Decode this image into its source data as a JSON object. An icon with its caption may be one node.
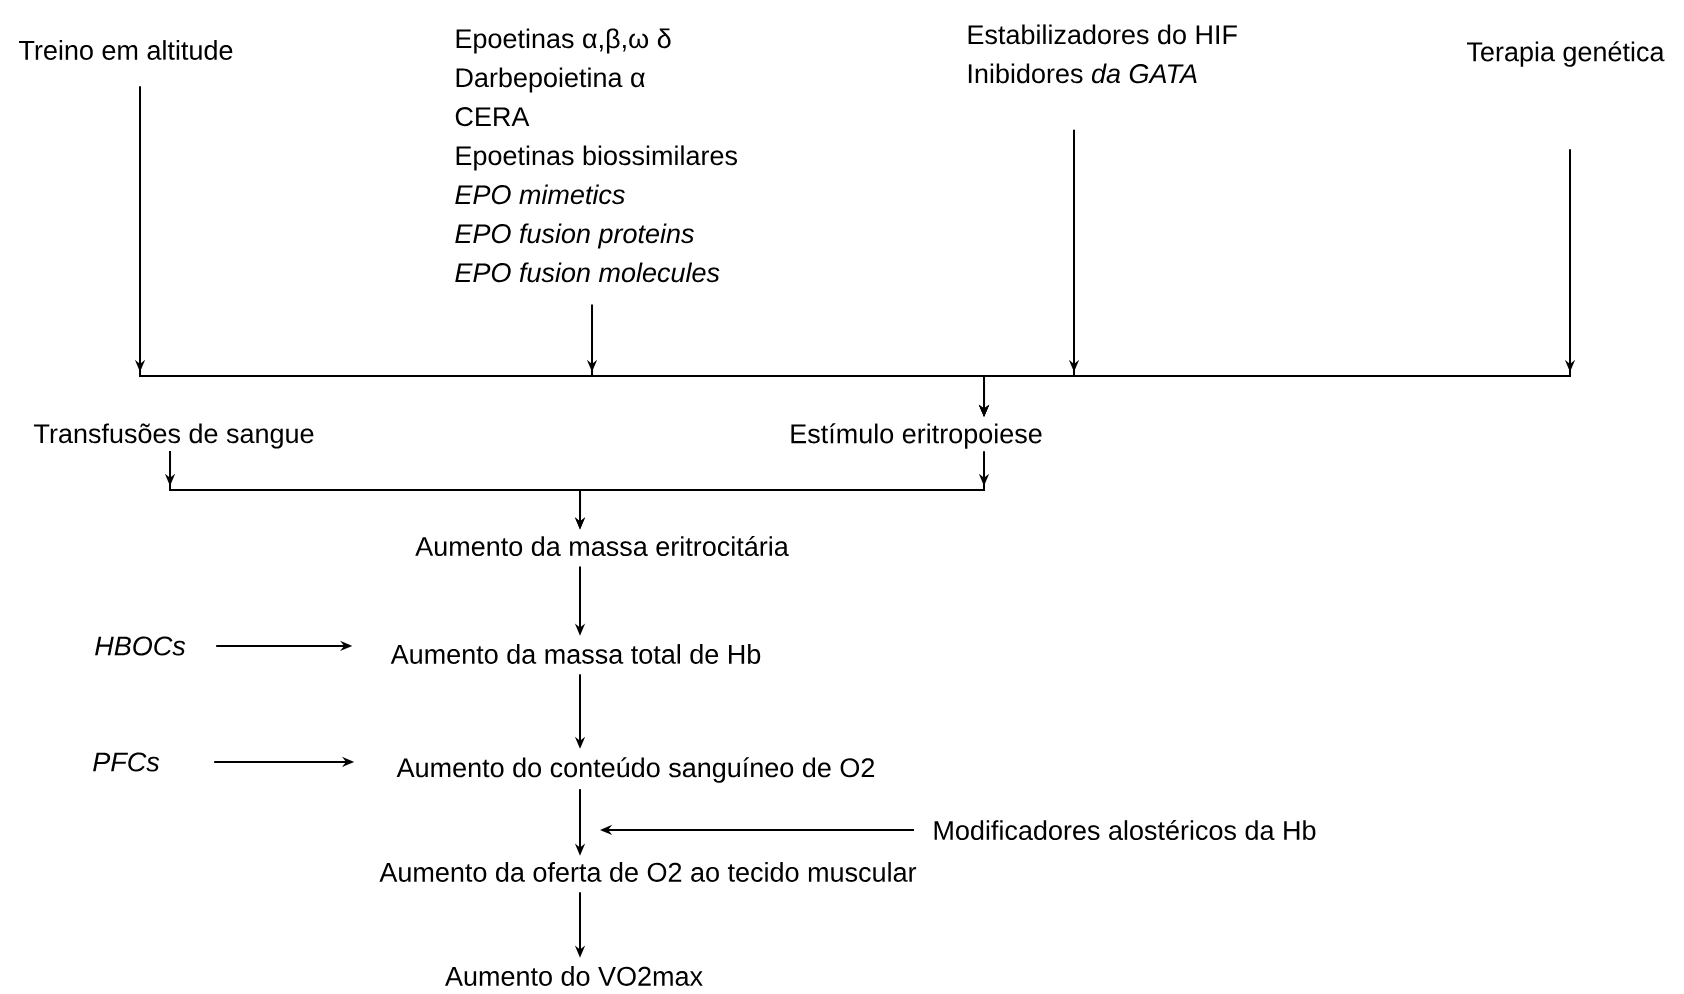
{
  "diagram": {
    "nodes": [
      {
        "text": [
          "Treino em altitude"
        ]
      },
      {
        "text": [
          "Epoetinas α,β,ω δ",
          "Darbepoietina α",
          "CERA",
          "Epoetinas biossimilares",
          "EPO mimetics",
          "EPO fusion proteins",
          "EPO fusion molecules"
        ]
      },
      {
        "text": [
          "Estabilizadores do HIF",
          "Inibidores *da GATA*"
        ]
      },
      {
        "text": [
          "Terapia genética"
        ]
      },
      {
        "text": [
          "Transfusões de sangue"
        ]
      },
      {
        "text": [
          "Estímulo eritropoiese"
        ]
      },
      {
        "text": [
          "Aumento da massa eritrocitária"
        ]
      },
      {
        "text": [
          "HBOCs"
        ]
      },
      {
        "text": [
          "Aumento da massa total de Hb"
        ]
      },
      {
        "text": [
          "PFCs"
        ]
      },
      {
        "text": [
          "Aumento do conteúdo sanguíneo de O2"
        ]
      },
      {
        "text": [
          "Modificadores alostéricos da Hb"
        ]
      },
      {
        "text": [
          "Aumento da oferta de O2 ao tecido muscular"
        ]
      },
      {
        "text": [
          "Aumento do VO2max"
        ]
      }
    ],
    "edges": [
      {
        "from": 0,
        "to": 5,
        "arrow": "to"
      },
      {
        "from": 1,
        "to": 5,
        "arrow": "to"
      },
      {
        "from": 2,
        "to": 5,
        "arrow": "to"
      },
      {
        "from": 3,
        "to": 5,
        "arrow": "to"
      },
      {
        "from": 4,
        "to": 6,
        "arrow": "to"
      },
      {
        "from": 5,
        "to": 6,
        "arrow": "to"
      },
      {
        "from": 6,
        "to": 8,
        "arrow": "to"
      },
      {
        "from": 7,
        "to": 8,
        "arrow": "to"
      },
      {
        "from": 8,
        "to": 10,
        "arrow": "to"
      },
      {
        "from": 9,
        "to": 10,
        "arrow": "to"
      },
      {
        "from": 10,
        "to": 12,
        "arrow": "to"
      },
      {
        "from": 11,
        "to": 12,
        "arrow": "to"
      },
      {
        "from": 12,
        "to": 13,
        "arrow": "to"
      }
    ]
  }
}
